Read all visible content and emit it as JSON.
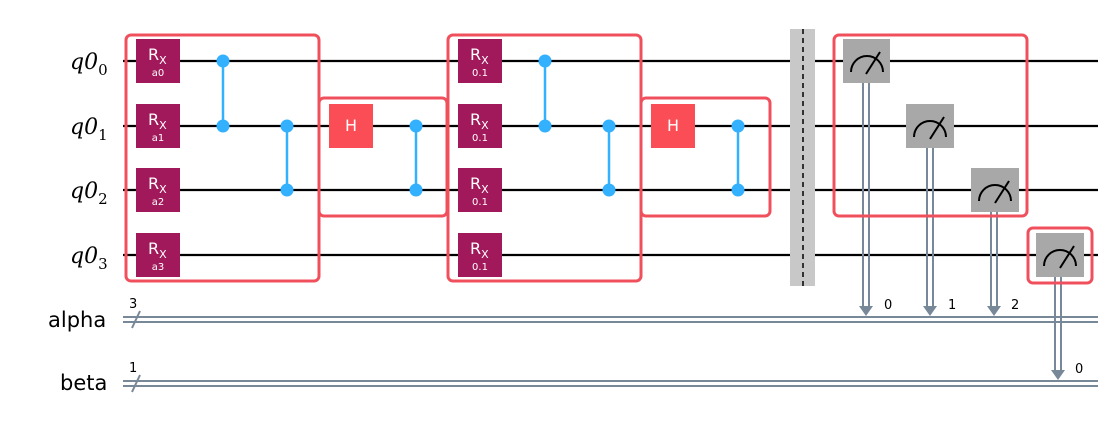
{
  "qubits": [
    {
      "base": "q0",
      "sub": "0"
    },
    {
      "base": "q0",
      "sub": "1"
    },
    {
      "base": "q0",
      "sub": "2"
    },
    {
      "base": "q0",
      "sub": "3"
    }
  ],
  "clbits": [
    {
      "name": "alpha",
      "size": "3"
    },
    {
      "name": "beta",
      "size": "1"
    }
  ],
  "rx_label": "R",
  "rx_sub": "X",
  "h_label": "H",
  "layer1_params": [
    "a0",
    "a1",
    "a2",
    "a3"
  ],
  "layer2_params": [
    "0.1",
    "0.1",
    "0.1",
    "0.1"
  ],
  "measure_bits": [
    "0",
    "1",
    "2",
    "0"
  ],
  "colors": {
    "rx_gate": "#a1195a",
    "h_gate": "#fa4d56",
    "cz": "#33b1ff",
    "measure": "#a8a8a8",
    "classical_wire": "#778899",
    "highlight_box": "#f0505c",
    "barrier": "#c8c8c8"
  }
}
